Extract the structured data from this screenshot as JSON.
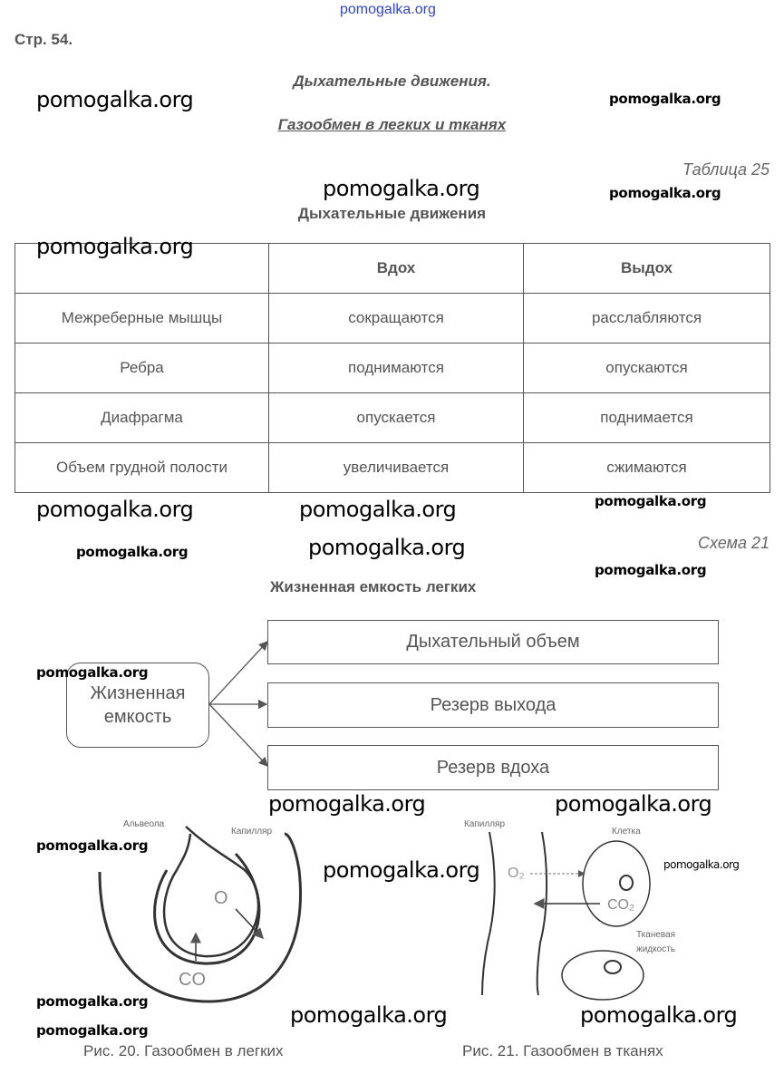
{
  "header_watermark": "pomogalka.org",
  "page_number": "Стр. 54.",
  "title1": "Дыхательные движения.",
  "title2": "Газообмен в легких и тканях",
  "table": {
    "label": "Таблица 25",
    "title": "Дыхательные движения",
    "headers": [
      "",
      "Вдох",
      "Выдох"
    ],
    "rows": [
      [
        "Межреберные мышцы",
        "сокращаются",
        "расслабляются"
      ],
      [
        "Ребра",
        "поднимаются",
        "опускаются"
      ],
      [
        "Диафрагма",
        "опускается",
        "поднимается"
      ],
      [
        "Объем грудной полости",
        "увеличивается",
        "сжимаются"
      ]
    ]
  },
  "scheme": {
    "label": "Схема 21",
    "title": "Жизненная емкость легких",
    "source": "Жизненная емкость",
    "targets": [
      "Дыхательный объем",
      "Резерв выхода",
      "Резерв вдоха"
    ]
  },
  "fig20": {
    "caption": "Рис. 20. Газообмен в легких",
    "alveola": "Альвеола",
    "capillary": "Капилляр",
    "o2": "O",
    "co2": "CO"
  },
  "fig21": {
    "caption": "Рис. 21. Газообмен в тканях",
    "capillary": "Капилляр",
    "cell": "Клетка",
    "fluid1": "Тканевая",
    "fluid2": "жидкость",
    "o2": "O₂",
    "co2": "CO₂"
  },
  "watermarks": [
    "pomogalka.org",
    "pomogalka.org",
    "pomogalka.org",
    "pomogalka.org",
    "pomogalka.org",
    "pomogalka.org",
    "pomogalka.org",
    "pomogalka.org",
    "pomogalka.org",
    "pomogalka.org",
    "pomogalka.org",
    "pomogalka.org",
    "pomogalka.org",
    "pomogalka.org",
    "pomogalka.org",
    "pomogalka.org",
    "pomogalka.org",
    "pomogalka.org",
    "pomogalka.org",
    "pomogalka.org",
    "pomogalka.org"
  ]
}
